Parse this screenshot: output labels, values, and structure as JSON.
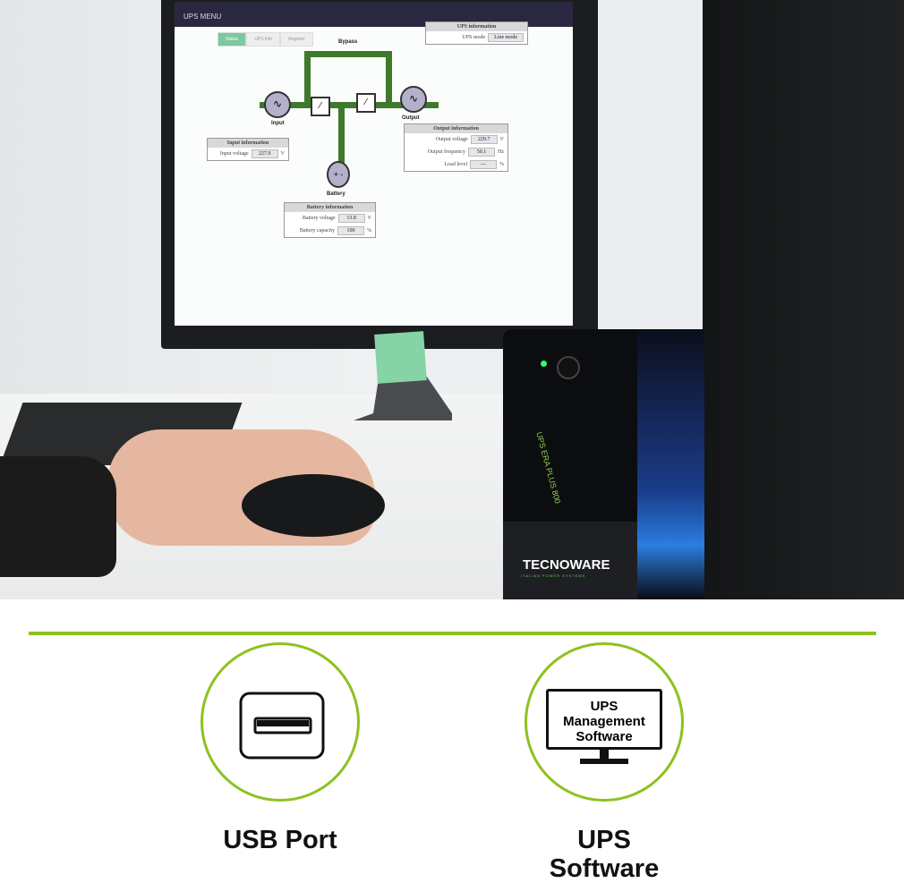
{
  "screen": {
    "menu": "UPS MENU",
    "tabs": [
      "Status",
      "UPS Info",
      "Register"
    ],
    "labels": {
      "bypass": "Bypass",
      "input": "Input",
      "output": "Output",
      "battery": "Battery"
    },
    "ups_info": {
      "title": "UPS information",
      "mode_label": "UPS mode",
      "mode": "Line mode"
    },
    "input_info": {
      "title": "Input information",
      "voltage_label": "Input voltage",
      "voltage": "227.9",
      "unit": "V"
    },
    "output_info": {
      "title": "Output information",
      "voltage_label": "Output voltage",
      "voltage": "229.7",
      "voltage_unit": "V",
      "freq_label": "Output frequency",
      "freq": "50.1",
      "freq_unit": "Hz",
      "load_label": "Load level",
      "load": "---",
      "load_unit": "%"
    },
    "battery_info": {
      "title": "Battery information",
      "voltage_label": "Battery voltage",
      "voltage": "13.8",
      "voltage_unit": "V",
      "capacity_label": "Battery capacity",
      "capacity": "100",
      "capacity_unit": "%"
    }
  },
  "ups_device": {
    "model": "UPS ERA PLUS 800",
    "brand": "TECNOWARE",
    "tagline": "ITALIAN POWER SYSTEMS"
  },
  "accent": "#8dc21f",
  "features": [
    {
      "icon": "usb-port-icon",
      "label": "USB Port"
    },
    {
      "icon": "monitor-icon",
      "screen_text": [
        "UPS",
        "Management",
        "Software"
      ],
      "label_lines": [
        "UPS",
        "Software"
      ]
    }
  ]
}
